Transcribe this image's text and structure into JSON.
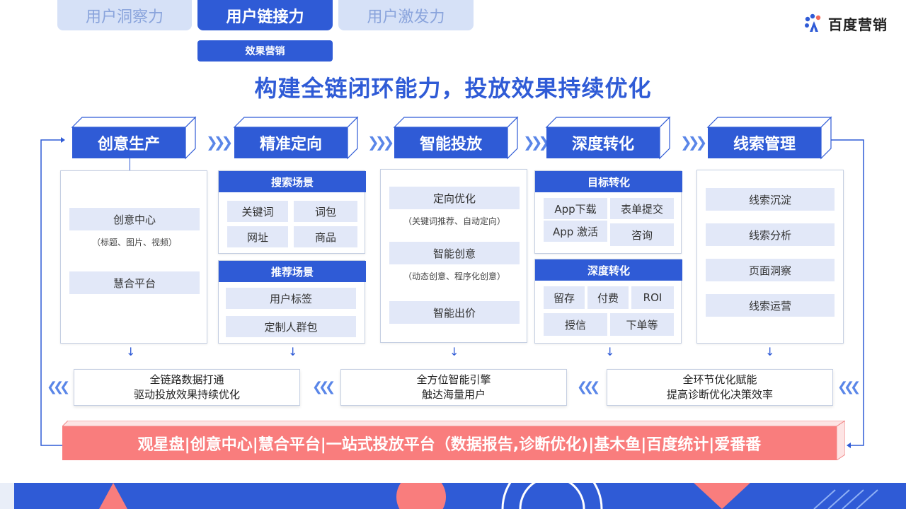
{
  "tabs": [
    {
      "label": "用户洞察力",
      "active": false
    },
    {
      "label": "用户链接力",
      "active": true
    },
    {
      "label": "用户激发力",
      "active": false
    }
  ],
  "subtab": "效果营销",
  "logo": {
    "text": "百度营销",
    "icon": "baidu-paw-icon"
  },
  "headline": "构建全链闭环能力，投放效果持续优化",
  "stages": [
    "创意生产",
    "精准定向",
    "智能投放",
    "深度转化",
    "线索管理"
  ],
  "card1": {
    "item1": "创意中心",
    "note1": "（标题、图片、视频）",
    "item2": "慧合平台"
  },
  "card2": {
    "search_title": "搜索场景",
    "search_items": [
      "关键词",
      "词包",
      "网址",
      "商品"
    ],
    "rec_title": "推荐场景",
    "rec_items": [
      "用户标签",
      "定制人群包"
    ]
  },
  "card3": {
    "item1": "定向优化",
    "note1": "（关键词推荐、自动定向）",
    "item2": "智能创意",
    "note2": "（动态创意、程序化创意）",
    "item3": "智能出价"
  },
  "card4": {
    "goal_title": "目标转化",
    "goal_items": [
      "App下载",
      "表单提交",
      "App 激活",
      "咨询"
    ],
    "deep_title": "深度转化",
    "deep_items": [
      "留存",
      "付费",
      "ROI",
      "授信",
      "下单等"
    ]
  },
  "card5": {
    "items": [
      "线索沉淀",
      "线索分析",
      "页面洞察",
      "线索运营"
    ]
  },
  "summaries": [
    {
      "line1": "全链路数据打通",
      "line2": "驱动投放效果持续优化"
    },
    {
      "line1": "全方位智能引擎",
      "line2": "触达海量用户"
    },
    {
      "line1": "全环节优化赋能",
      "line2": "提高诊断优化决策效率"
    }
  ],
  "banner": "观星盘|创意中心|慧合平台|一站式投放平台（数据报告,诊断优化)|基木鱼|百度统计|爱番番",
  "colors": {
    "primary": "#2f5bd6",
    "tab_inactive": "#d6e1f7",
    "pill": "#e2e8f8",
    "banner": "#f97d7d"
  }
}
